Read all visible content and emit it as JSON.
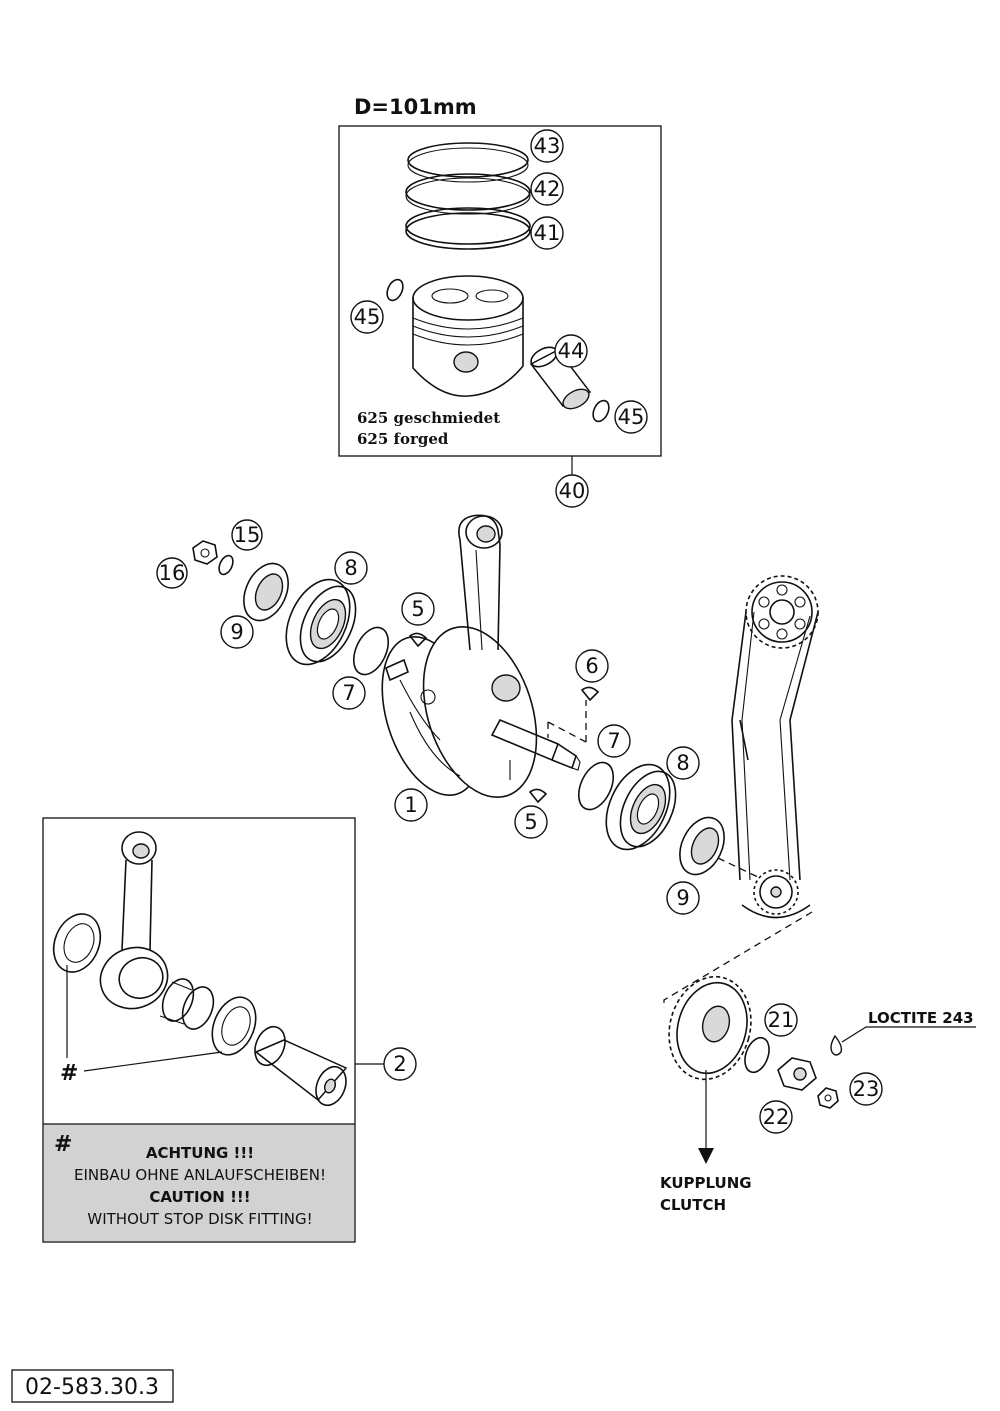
{
  "header": {
    "title": "D=101mm"
  },
  "piston_box": {
    "line1": "625 geschmiedet",
    "line2": "625 forged"
  },
  "callouts": {
    "c43": "43",
    "c42": "42",
    "c41": "41",
    "c45a": "45",
    "c44": "44",
    "c45b": "45",
    "c40": "40",
    "c15": "15",
    "c16": "16",
    "c8a": "8",
    "c9a": "9",
    "c5a": "5",
    "c7a": "7",
    "c6": "6",
    "c7b": "7",
    "c8b": "8",
    "c1": "1",
    "c5b": "5",
    "c9b": "9",
    "c2": "2",
    "c21": "21",
    "c22": "22",
    "c23": "23"
  },
  "rod_box": {
    "hash": "#",
    "note_hash": "#",
    "achtung": "ACHTUNG !!!",
    "einbau": "EINBAU OHNE ANLAUFSCHEIBEN!",
    "caution": "CAUTION !!!",
    "without": "WITHOUT STOP DISK FITTING!"
  },
  "loctite": "LOCTITE 243",
  "kupplung": "KUPPLUNG",
  "clutch": "CLUTCH",
  "drawing_number": "02-583.30.3"
}
